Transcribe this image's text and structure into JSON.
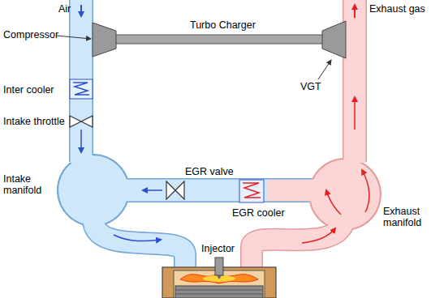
{
  "diagram": {
    "labels": [
      "Air",
      "Exhaust gas",
      "Turbo Charger",
      "Compressor",
      "VGT",
      "Inter cooler",
      "Intake throttle",
      "EGR valve",
      "Intake manifold",
      "Exhaust manifold",
      "EGR cooler",
      "Injector"
    ]
  }
}
